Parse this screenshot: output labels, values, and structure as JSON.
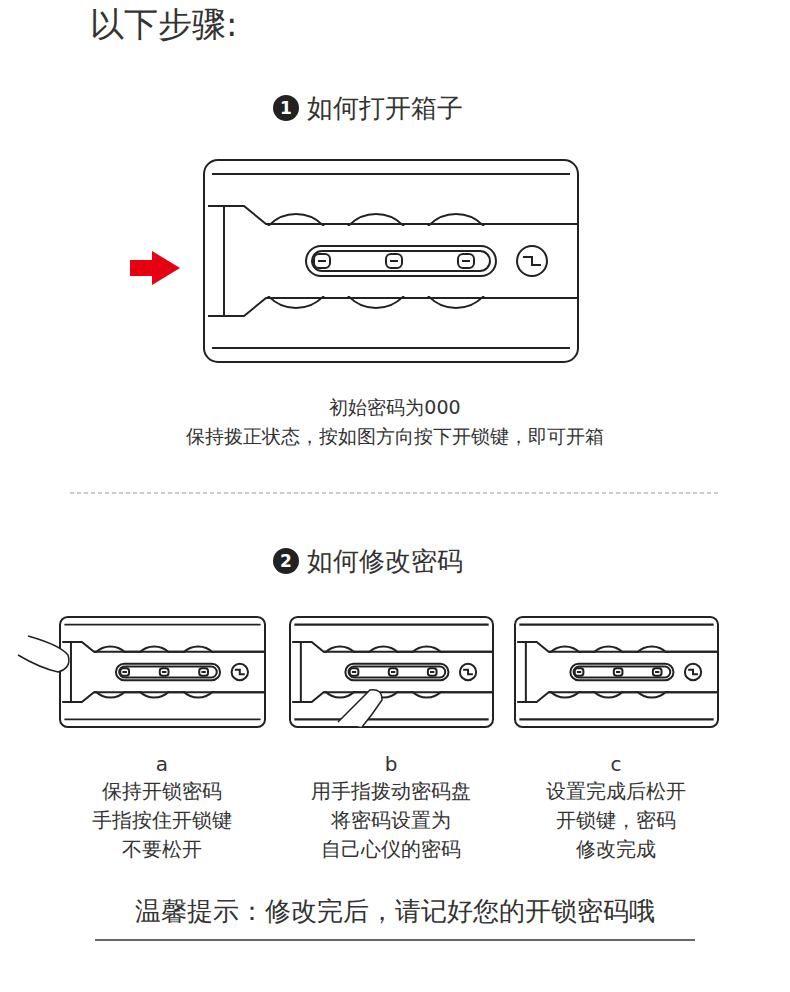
{
  "diagram": {
    "title": "以下步骤:",
    "nodes": [
      {
        "text": [
          "1"
        ]
      },
      {
        "text": [
          "2"
        ]
      }
    ],
    "labels": [
      "如何打开箱子",
      "初始密码为000",
      "保持拨正状态，按如图方向按下开锁键，即可开箱",
      "如何修改密码",
      "a",
      "保持开锁密码 手指按住开锁键 不要松开",
      "b",
      "用手指拨动密码盘 将密码设置为 自己心仪的密码",
      "c",
      "设置完成后松开 开锁键，密码 修改完成",
      "温馨提示：修改完后，请记好您的开锁密码哦"
    ]
  }
}
